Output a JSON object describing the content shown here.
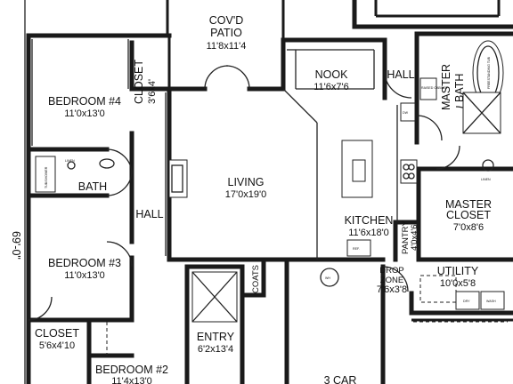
{
  "plan": {
    "overall_dimension": "69'-0\"",
    "rooms": {
      "patio": {
        "name": "COV'D",
        "name2": "PATIO",
        "dims": "11'8x11'4"
      },
      "nook": {
        "name": "NOOK",
        "dims": "11'6x7'6"
      },
      "bedroom4": {
        "name": "BEDROOM #4",
        "dims": "11'0x13'0"
      },
      "closet_a": {
        "name": "CLOSET",
        "dims": "3'6x4'"
      },
      "hall_top": {
        "name": "HALL"
      },
      "master_bath": {
        "name": "MASTER",
        "name2": "BATH"
      },
      "bath": {
        "name": "BATH"
      },
      "living": {
        "name": "LIVING",
        "dims": "17'0x19'0"
      },
      "hall_mid": {
        "name": "HALL"
      },
      "kitchen": {
        "name": "KITCHEN",
        "dims": "11'6x18'0"
      },
      "pantry": {
        "name": "PANTRY",
        "dims": "4'0x4'6"
      },
      "master_closet": {
        "name": "MASTER",
        "name2": "CLOSET",
        "dims": "7'0x8'6"
      },
      "bedroom3": {
        "name": "BEDROOM #3",
        "dims": "11'0x13'0"
      },
      "coats": {
        "name": "COATS"
      },
      "drop_zone": {
        "name": "DROP",
        "name2": "ZONE",
        "dims": "7'6x3'8"
      },
      "utility": {
        "name": "UTILITY",
        "dims": "10'0x5'8"
      },
      "closet_b": {
        "name": "CLOSET",
        "dims": "5'6x4'10"
      },
      "entry": {
        "name": "ENTRY",
        "dims": "6'2x13'4"
      },
      "bedroom2": {
        "name": "BEDROOM #2",
        "dims": "11'4x13'0"
      },
      "garage": {
        "name": "3 CAR"
      }
    },
    "fixtures": {
      "raised_cabinet": "RAISED\nCABINET",
      "master_tub": "FREESTANDING\nTUB",
      "ref": "REF.",
      "wh": "WH",
      "dw": "DW",
      "linen": "LINEN",
      "shower": "TUB/SHOWER",
      "dry": "DRY",
      "wash": "WASH",
      "linen2": "LINEN"
    }
  }
}
